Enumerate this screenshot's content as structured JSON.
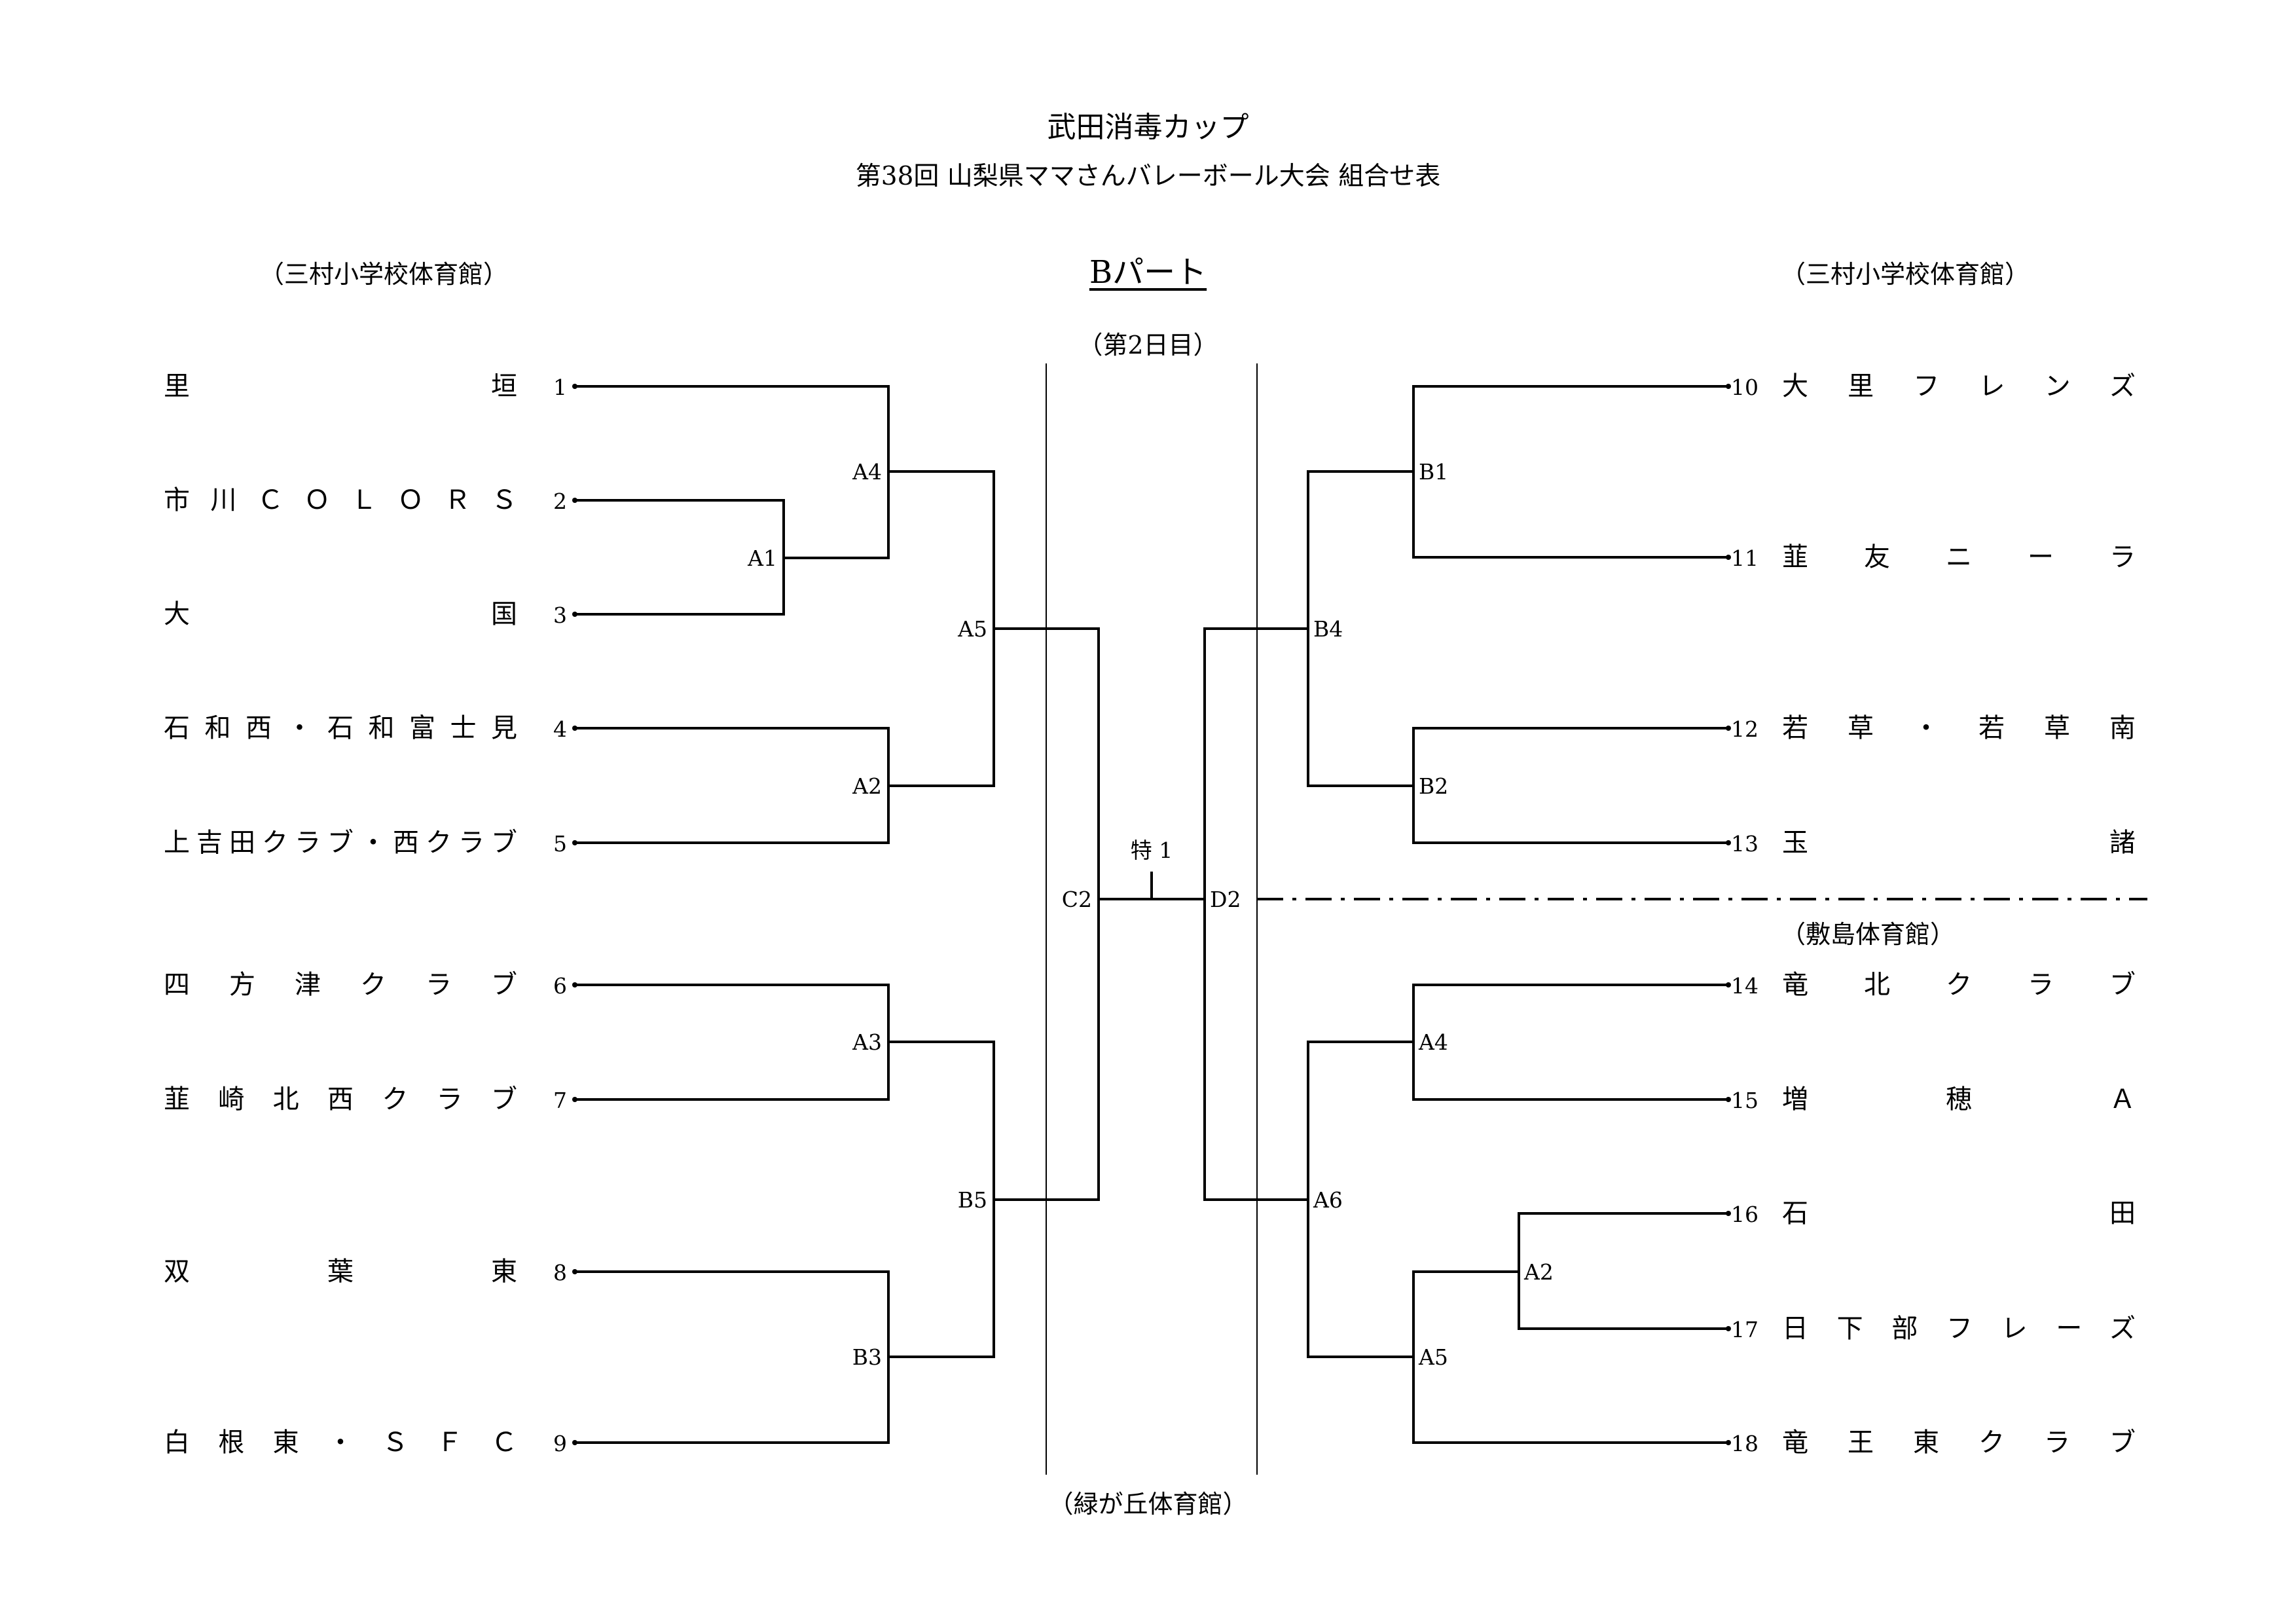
{
  "header": {
    "title": "武田消毒カップ",
    "subtitle": "第38回 山梨県ママさんバレーボール大会 組合せ表",
    "part": "Bパート",
    "day": "（第2日目）"
  },
  "venues": {
    "left_top": "（三村小学校体育館）",
    "right_top": "（三村小学校体育館）",
    "right_bottom": "（敷島体育館）",
    "center_bottom": "（緑が丘体育館）"
  },
  "teams_left": [
    {
      "no": "1",
      "name": "里垣"
    },
    {
      "no": "2",
      "name": "市川ＣＯＬＯＲＳ"
    },
    {
      "no": "3",
      "name": "大国"
    },
    {
      "no": "4",
      "name": "石和西・石和富士見"
    },
    {
      "no": "5",
      "name": "上吉田クラブ・西クラブ"
    },
    {
      "no": "6",
      "name": "四方津クラブ"
    },
    {
      "no": "7",
      "name": "韮崎北西クラブ"
    },
    {
      "no": "8",
      "name": "双葉東"
    },
    {
      "no": "9",
      "name": "白根東・ＳＦＣ"
    }
  ],
  "teams_right": [
    {
      "no": "10",
      "name": "大里フレンズ"
    },
    {
      "no": "11",
      "name": "韮友ニーラ"
    },
    {
      "no": "12",
      "name": "若草・若草南"
    },
    {
      "no": "13",
      "name": "玉諸"
    },
    {
      "no": "14",
      "name": "竜北クラブ"
    },
    {
      "no": "15",
      "name": "増穂Ａ"
    },
    {
      "no": "16",
      "name": "石田"
    },
    {
      "no": "17",
      "name": "日下部フレーズ"
    },
    {
      "no": "18",
      "name": "竜王東クラブ"
    }
  ],
  "matches_left": {
    "a1": "A1",
    "a4": "A4",
    "a5": "A5",
    "a2": "A2",
    "a3": "A3",
    "b5": "B5",
    "b3": "B3",
    "c2": "C2"
  },
  "matches_right": {
    "b1": "B1",
    "b4": "B4",
    "b2": "B2",
    "a4": "A4",
    "a6": "A6",
    "a2": "A2",
    "a5": "A5",
    "d2": "D2"
  },
  "final": {
    "label": "特 1"
  }
}
